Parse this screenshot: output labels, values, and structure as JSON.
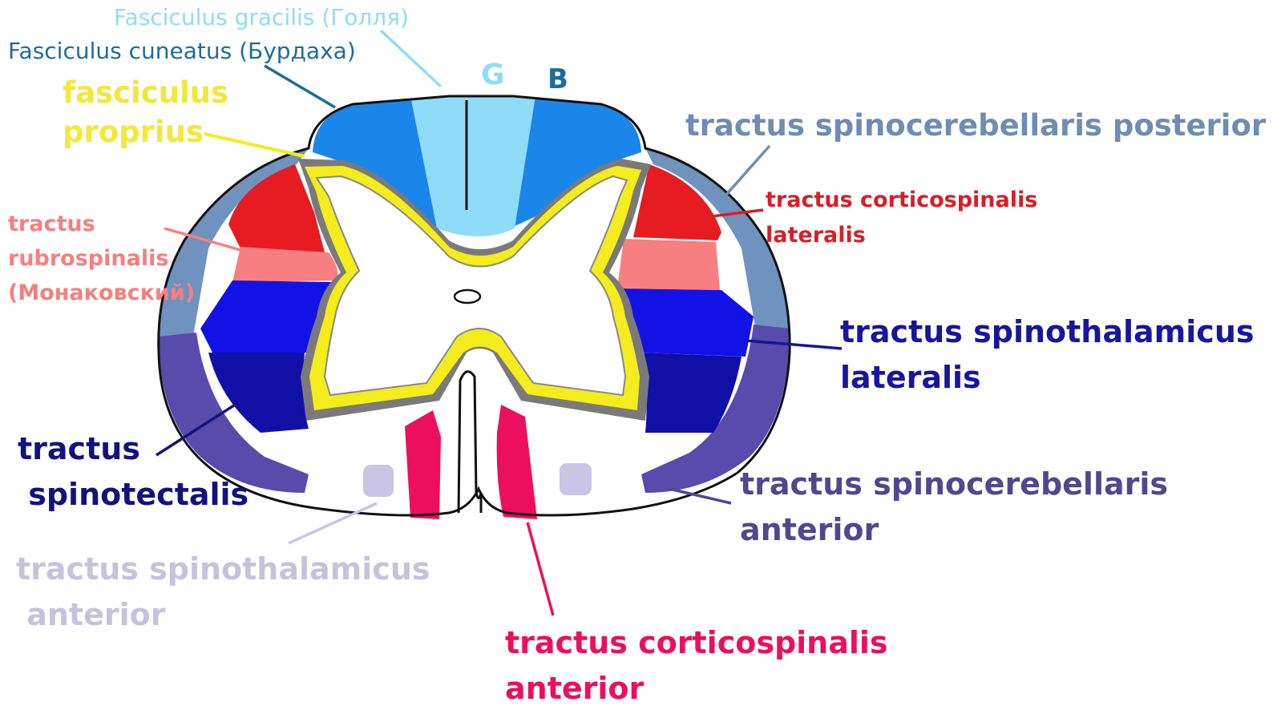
{
  "colors": {
    "gracilis": "#8fdcf8",
    "cuneatus": "#1a86ea",
    "cuneatus_text": "#1c6c9c",
    "proprius": "#f4ec1c",
    "proprius_text": "#f2e83a",
    "grey_matter_border": "#7a7a7a",
    "dorsal_lateral_band": "#7092bf",
    "dorsal_lateral_text": "#6e8db2",
    "corticospinal_lateral": "#e61c22",
    "corticospinal_lateral_text": "#d81e26",
    "rubrospinal": "#f77f7f",
    "spinothalamic_lateral": "#1212e6",
    "spinothalamic_lateral_text": "#16169e",
    "spinotectal": "#1010a6",
    "spinotectal_text": "#12127e",
    "spinocerebellar_anterior": "#594bab",
    "spinocerebellar_anterior_text": "#52478f",
    "spinothalamic_anterior": "#cac5e6",
    "spinothalamic_anterior_text": "#c7c2dc",
    "corticospinal_anterior": "#ec0f5d",
    "outline": "#111111"
  },
  "labels": {
    "gracilis": "Fasciculus gracilis (Голля)",
    "cuneatus": "Fasciculus cuneatus (Бурдаха)",
    "letter_g": "G",
    "letter_b": "B",
    "proprius": "fasciculus\nproprius",
    "spinocerebellaris_posterior": "tractus spinocerebellaris posterior",
    "corticospinalis_lateralis": "tractus corticospinalis\nlateralis",
    "rubrospinalis": "tractus\nrubrospinalis\n(Монаковский)",
    "spinothalamicus_lateralis": "tractus spinothalamicus\nlateralis",
    "spinotectalis": "tractus\n spinotectalis",
    "spinocerebellaris_anterior": "tractus spinocerebellaris\nanterior",
    "spinothalamicus_anterior": "tractus spinothalamicus\n anterior",
    "corticospinalis_anterior": "tractus corticospinalis\nanterior"
  }
}
